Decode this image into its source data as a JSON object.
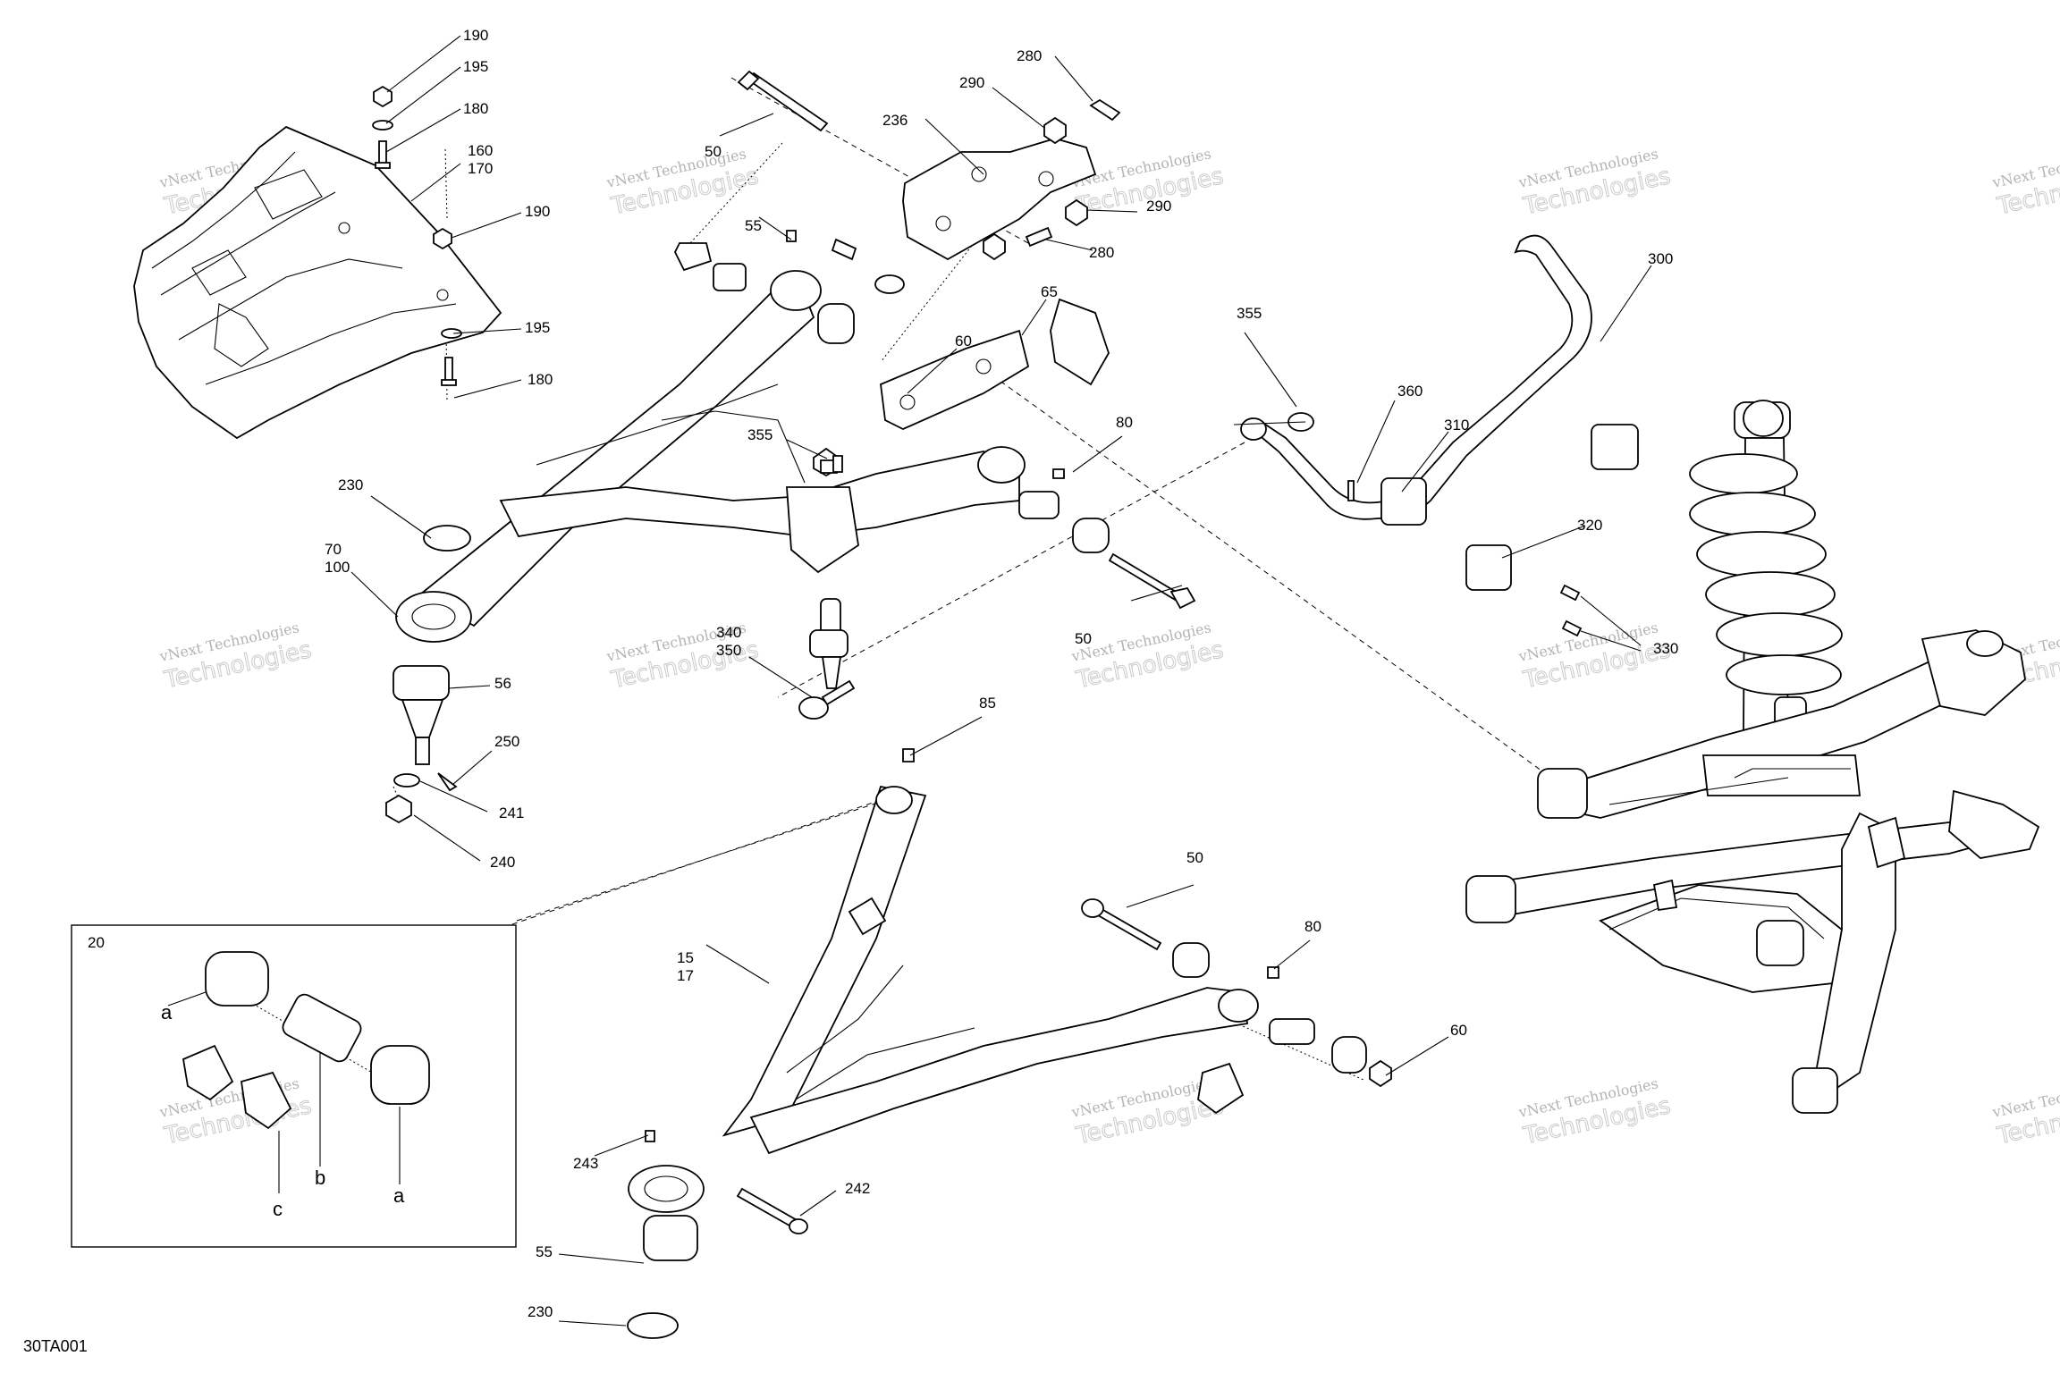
{
  "diagram": {
    "figure_id": "30TA001",
    "watermark_line1": "vNext Technologies",
    "watermark_line2": "Technologies",
    "inset_box_label": "20",
    "inset_letters": {
      "a1": "a",
      "a2": "a",
      "b": "b",
      "c": "c"
    },
    "callouts": {
      "c190a": "190",
      "c195a": "195",
      "c180a": "180",
      "c160": "160",
      "c170": "170",
      "c190b": "190",
      "c195b": "195",
      "c180b": "180",
      "c50a": "50",
      "c55a": "55",
      "c236": "236",
      "c290a": "290",
      "c280a": "280",
      "c290b": "290",
      "c280b": "280",
      "c60a": "60",
      "c65": "65",
      "c355a": "355",
      "c80a": "80",
      "c230a": "230",
      "c70": "70",
      "c100": "100",
      "c56": "56",
      "c250": "250",
      "c241": "241",
      "c240": "240",
      "c340": "340",
      "c350": "350",
      "c50b": "50",
      "c85": "85",
      "c355b": "355",
      "c360": "360",
      "c310": "310",
      "c300": "300",
      "c320": "320",
      "c330": "330",
      "c15": "15",
      "c17": "17",
      "c50c": "50",
      "c80b": "80",
      "c60b": "60",
      "c243": "243",
      "c242": "242",
      "c55b": "55",
      "c230b": "230"
    }
  }
}
